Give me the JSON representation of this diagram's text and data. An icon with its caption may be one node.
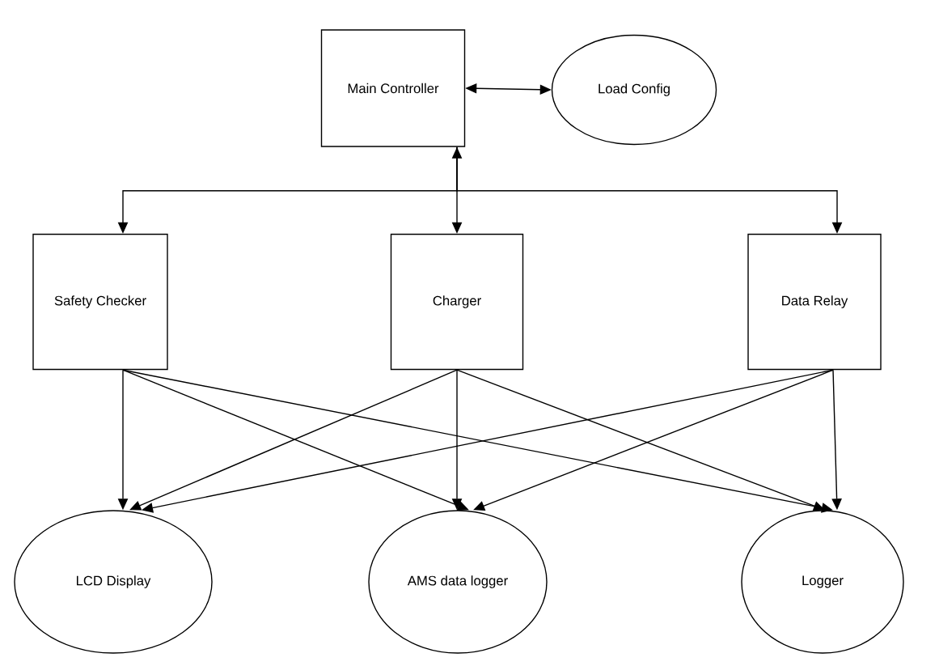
{
  "diagram": {
    "nodes": [
      {
        "text": [
          "Main Controller"
        ]
      },
      {
        "text": [
          "Load Config"
        ]
      },
      {
        "text": [
          "Safety Checker"
        ]
      },
      {
        "text": [
          "Charger"
        ]
      },
      {
        "text": [
          "Data Relay"
        ]
      },
      {
        "text": [
          "LCD Display"
        ]
      },
      {
        "text": [
          "AMS data logger"
        ]
      },
      {
        "text": [
          "Logger"
        ]
      }
    ],
    "edges": [
      {
        "from": 0,
        "to": 1,
        "arrow": "both"
      },
      {
        "from": 0,
        "to": 2,
        "arrow": "to"
      },
      {
        "from": 0,
        "to": 3,
        "arrow": "both"
      },
      {
        "from": 0,
        "to": 4,
        "arrow": "to"
      },
      {
        "from": 2,
        "to": 5,
        "arrow": "to"
      },
      {
        "from": 2,
        "to": 6,
        "arrow": "to"
      },
      {
        "from": 2,
        "to": 7,
        "arrow": "to"
      },
      {
        "from": 3,
        "to": 5,
        "arrow": "to"
      },
      {
        "from": 3,
        "to": 6,
        "arrow": "to"
      },
      {
        "from": 3,
        "to": 7,
        "arrow": "to"
      },
      {
        "from": 4,
        "to": 5,
        "arrow": "to"
      },
      {
        "from": 4,
        "to": 6,
        "arrow": "to"
      },
      {
        "from": 4,
        "to": 7,
        "arrow": "to"
      }
    ]
  }
}
